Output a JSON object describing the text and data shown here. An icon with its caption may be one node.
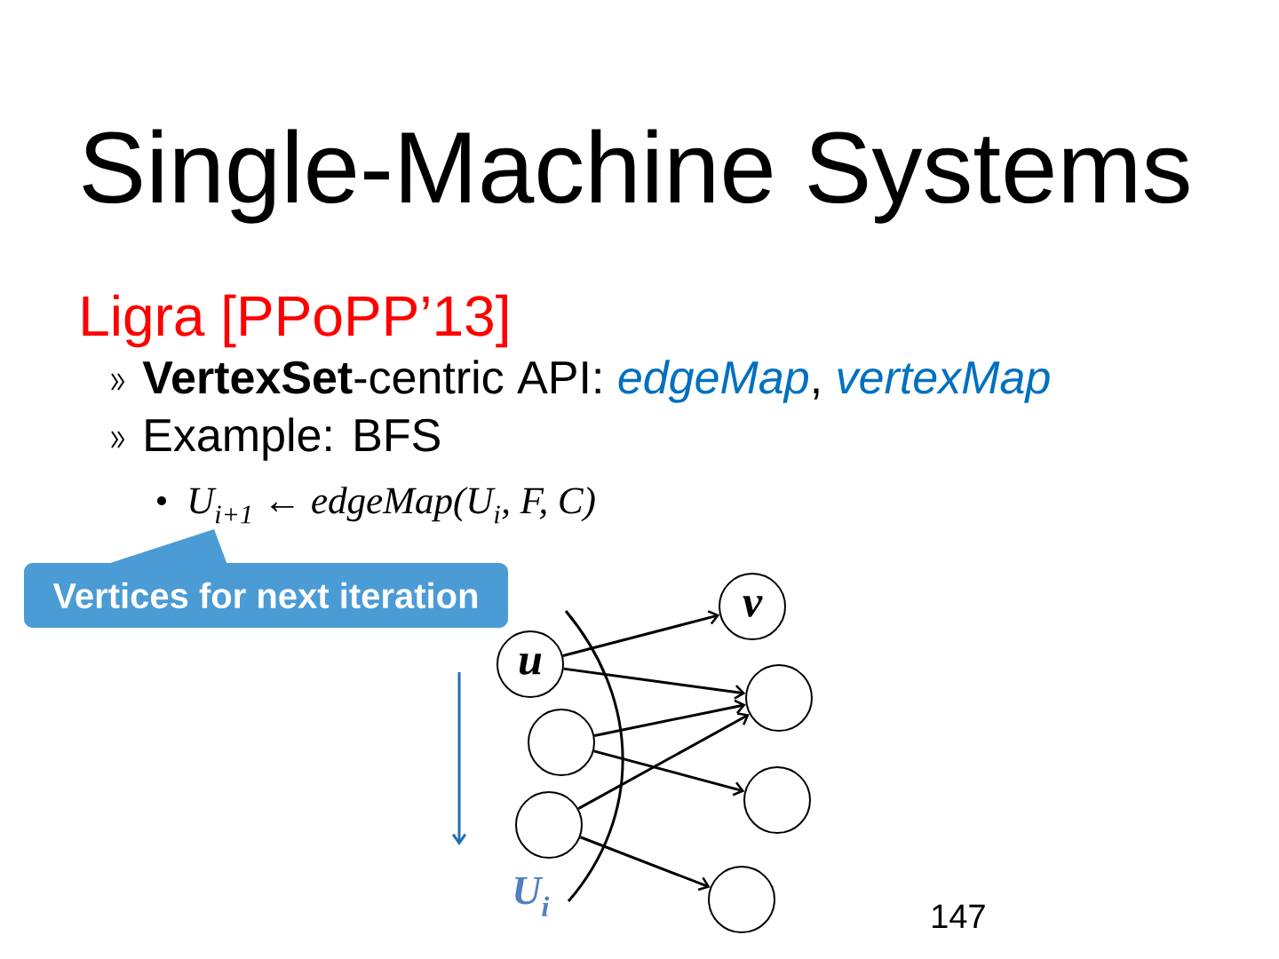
{
  "diagram": {
    "title": "Single-Machine Systems",
    "nodes": [
      {
        "text": [
          "Vertices for next iteration"
        ]
      },
      {
        "text": [
          "u"
        ]
      },
      {
        "text": [],
        "shape": "circle"
      },
      {
        "text": [],
        "shape": "circle"
      },
      {
        "text": [
          "v"
        ]
      },
      {
        "text": [],
        "shape": "circle"
      },
      {
        "text": [],
        "shape": "circle"
      },
      {
        "text": [],
        "shape": "circle"
      }
    ],
    "edges": [
      {
        "from": 1,
        "to": 4,
        "arrow": "to"
      },
      {
        "from": 1,
        "to": 5,
        "arrow": "to"
      },
      {
        "from": 2,
        "to": 5,
        "arrow": "to"
      },
      {
        "from": 2,
        "to": 6,
        "arrow": "to"
      },
      {
        "from": 3,
        "to": 5,
        "arrow": "to"
      },
      {
        "from": 3,
        "to": 7,
        "arrow": "to"
      }
    ],
    "labels": [
      "Ligra [PPoPP’13]",
      "**VertexSet**-centric API: *edgeMap*, *vertexMap*",
      "Example: BFS",
      "U$_{i+1}$ ← edgeMap(U$_{i}$, F, C)",
      "U$_{i}$",
      "147"
    ]
  }
}
